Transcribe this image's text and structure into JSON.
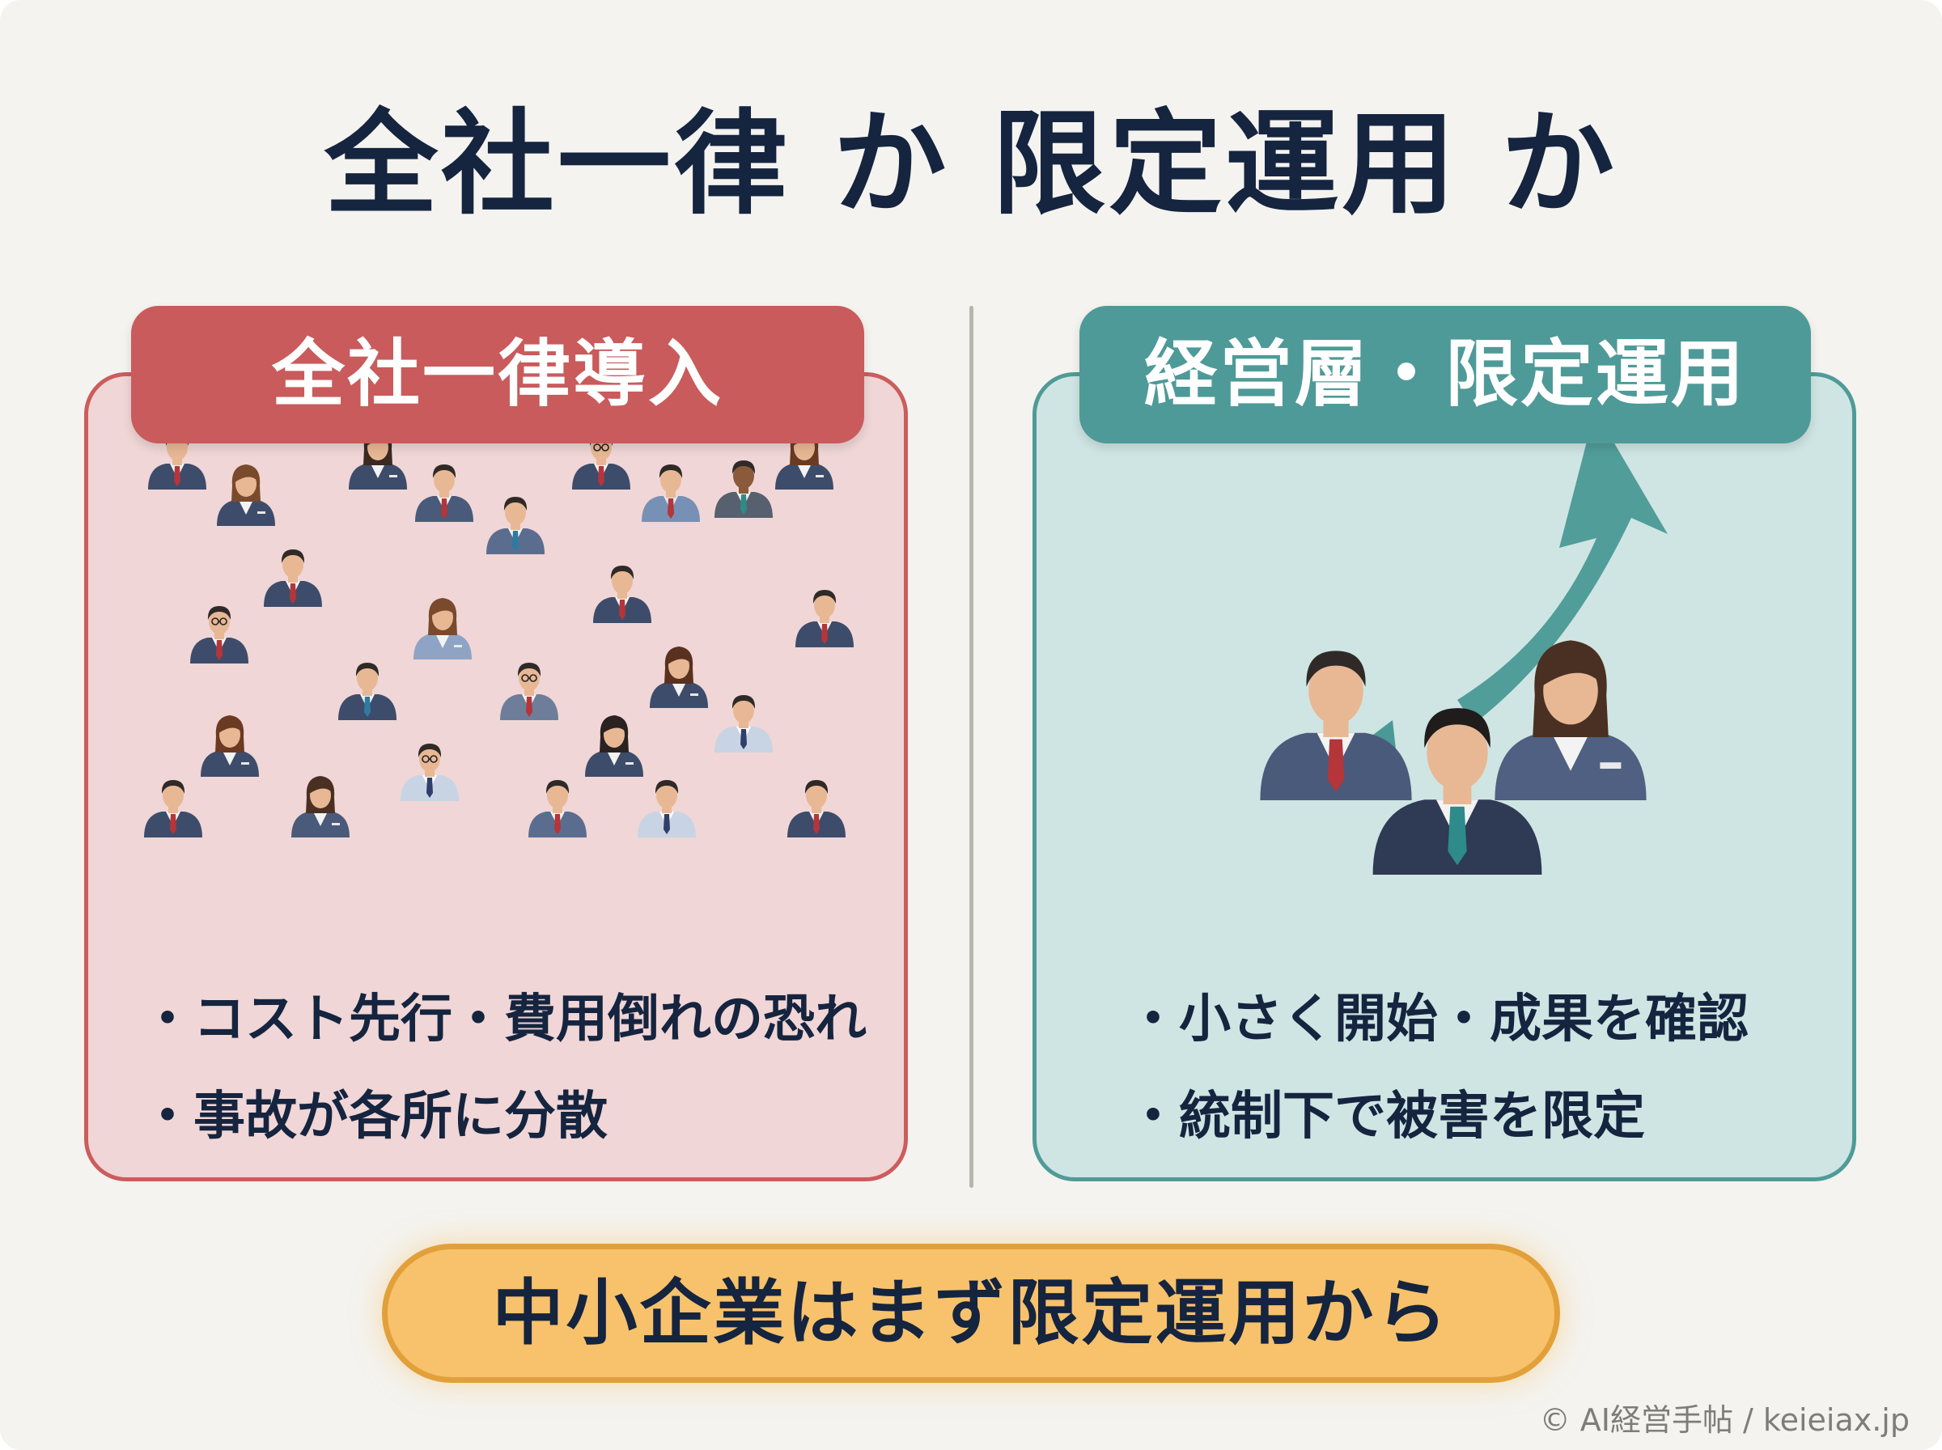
{
  "title": "全社一律 か 限定運用 か",
  "left_panel": {
    "heading": "全社一律導入",
    "bullets": [
      "コスト先行・費用倒れの恐れ",
      "事故が各所に分散"
    ],
    "accent": "#c95b5c",
    "background": "#f0d6d6",
    "illustration": "crowd-of-employees"
  },
  "right_panel": {
    "heading": "経営層・限定運用",
    "bullets": [
      "小さく開始・成果を確認",
      "統制下で被害を限定"
    ],
    "accent": "#4e9a98",
    "background": "#cfe5e3",
    "illustration": "executive-team-with-upward-arrow"
  },
  "conclusion": "中小企業はまず限定運用から",
  "credit": "© AI経営手帖 / keieiax.jp"
}
